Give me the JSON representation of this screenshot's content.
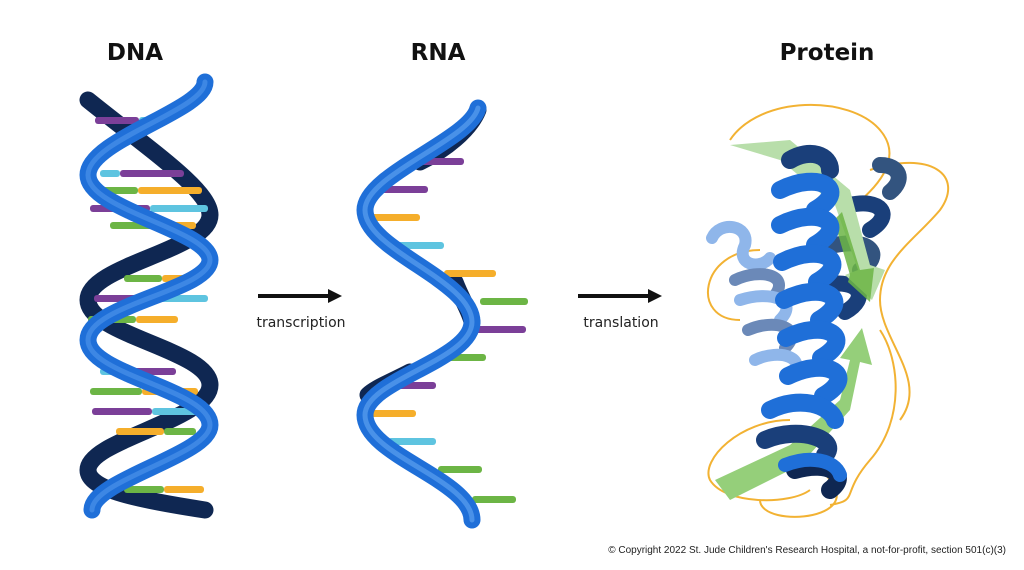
{
  "titles": {
    "dna": "DNA",
    "rna": "RNA",
    "protein": "Protein"
  },
  "arrows": {
    "transcription": "transcription",
    "translation": "translation"
  },
  "footer": {
    "copyright": "© Copyright 2022 St. Jude Children's Research Hospital, a not-for-profit, section 501(c)(3)"
  },
  "colors": {
    "backbone_front": "#1f6fd8",
    "backbone_back": "#0f2752",
    "base_purple": "#7b3f98",
    "base_cyan": "#5ec4e0",
    "base_green": "#6cb545",
    "base_orange": "#f5ae2b",
    "protein_loop": "#f2b233",
    "protein_arrow": "#95cf7a",
    "protein_helix_light": "#8fb6ea",
    "protein_helix_dark": "#1a3f7a"
  },
  "icons": {
    "process_arrow": "right-arrow-icon"
  }
}
